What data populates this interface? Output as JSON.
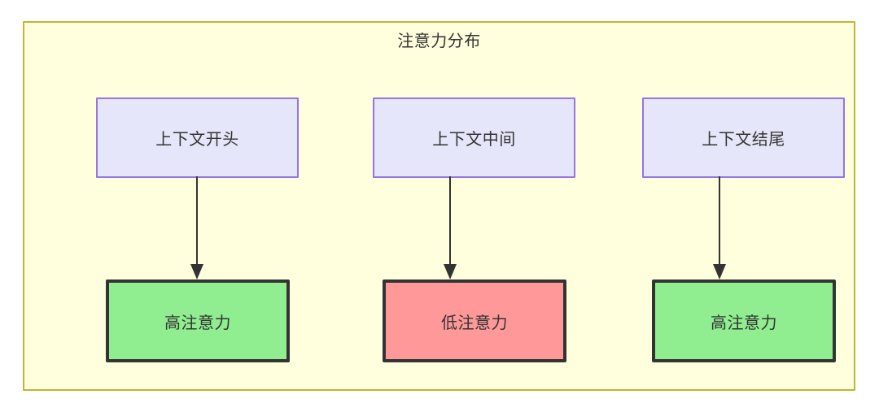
{
  "diagram": {
    "title": "注意力分布",
    "colors": {
      "container_fill": "#ffffdd",
      "container_border": "#bfb734",
      "context_fill": "#e6e6fa",
      "context_border": "#9673e6",
      "high_fill": "#90ee90",
      "low_fill": "#ff9999",
      "outcome_border": "#333333",
      "edge": "#333333",
      "text": "#333333"
    },
    "columns": [
      {
        "source_label": "上下文开头",
        "target_label": "高注意力",
        "target_level": "high"
      },
      {
        "source_label": "上下文中间",
        "target_label": "低注意力",
        "target_level": "low"
      },
      {
        "source_label": "上下文结尾",
        "target_label": "高注意力",
        "target_level": "high"
      }
    ]
  }
}
